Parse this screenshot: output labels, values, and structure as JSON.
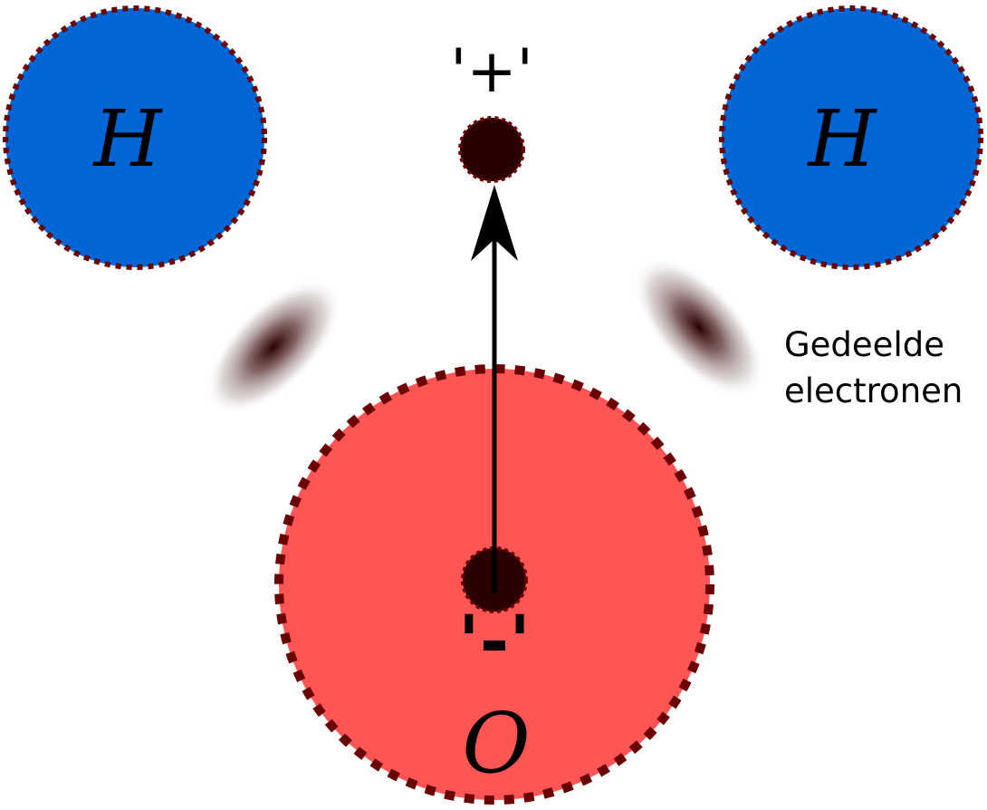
{
  "atoms": {
    "hydrogen_left": {
      "symbol": "H"
    },
    "hydrogen_right": {
      "symbol": "H"
    },
    "oxygen": {
      "symbol": "O"
    }
  },
  "charges": {
    "positive": "'+'",
    "negative": "'-'"
  },
  "annotation": {
    "line1": "Gedeelde",
    "line2": "electronen"
  },
  "colors": {
    "hydrogen_fill": "#0066d6",
    "oxygen_fill": "#ff5555",
    "border_dots": "#6b0000",
    "charge_center": "#2a0000",
    "electron_cloud": "#2a0000",
    "arrow": "#000000"
  }
}
